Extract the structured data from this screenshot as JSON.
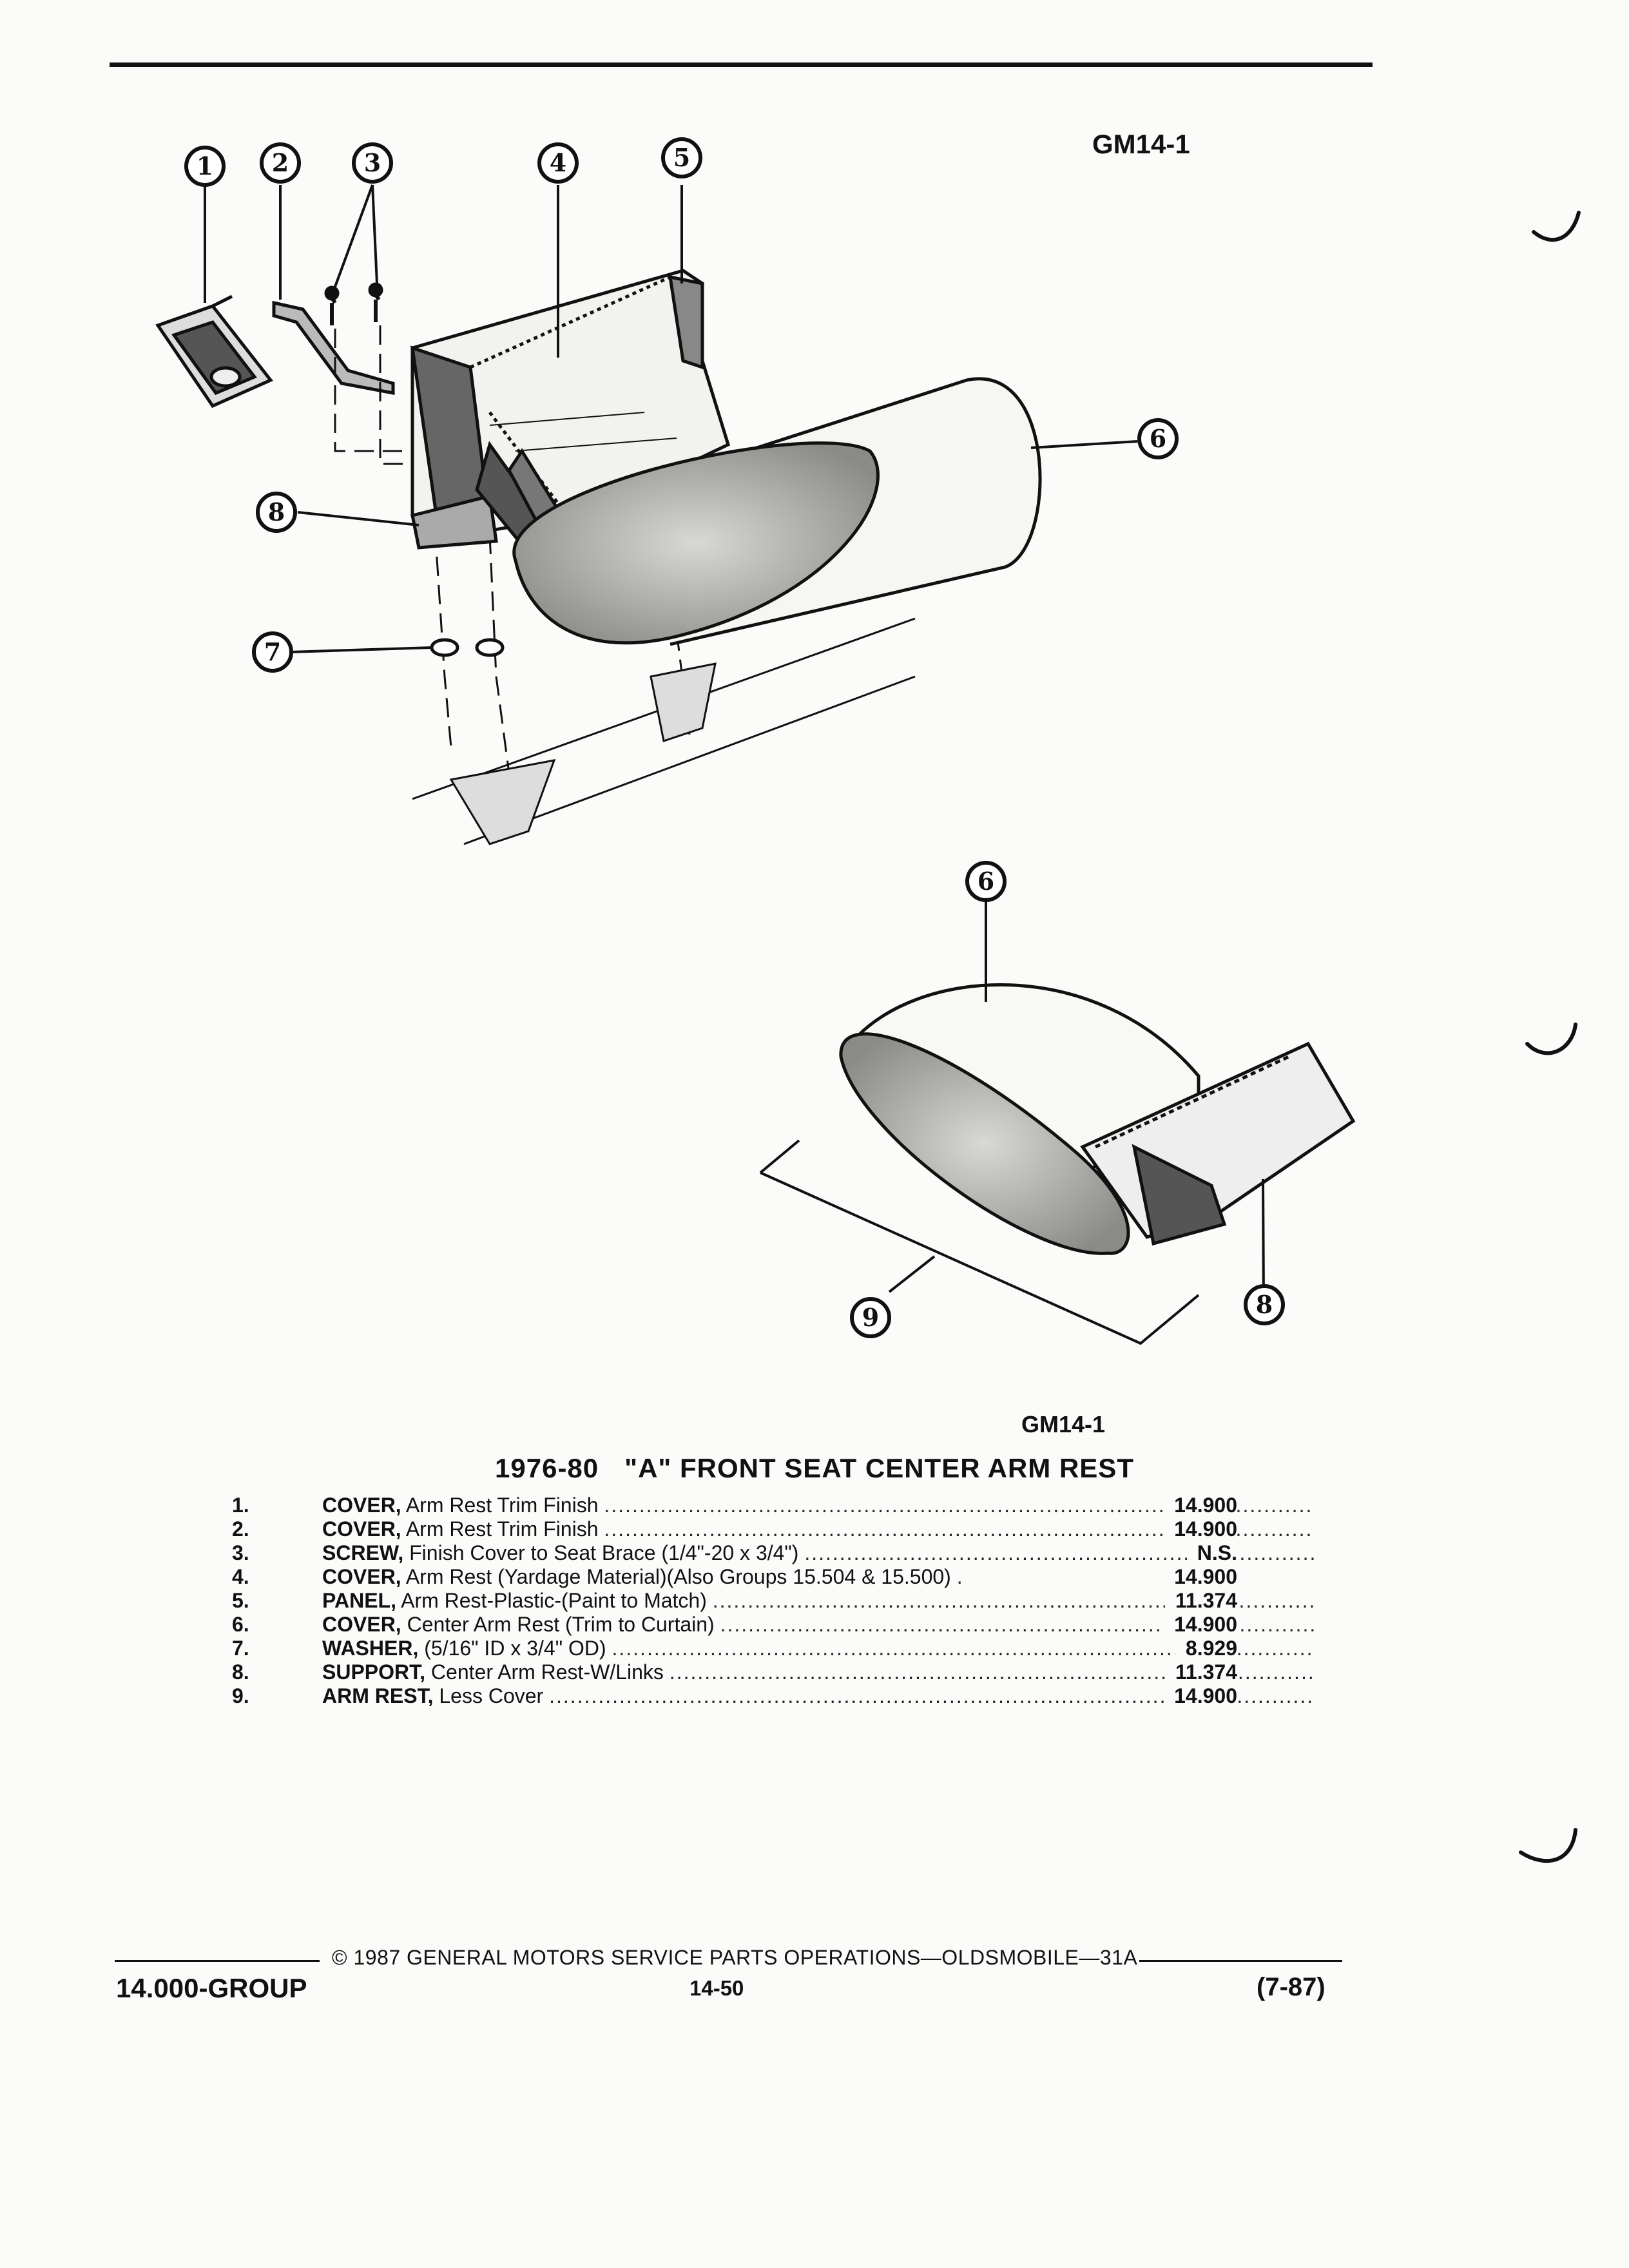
{
  "figure": {
    "code_top": "GM14-1",
    "code_bottom": "GM14-1",
    "callouts": [
      "1",
      "2",
      "3",
      "4",
      "5",
      "6",
      "7",
      "8",
      "9"
    ]
  },
  "title": {
    "years": "1976-80",
    "text": "\"A\" FRONT SEAT CENTER ARM REST"
  },
  "parts": [
    {
      "num": "1.",
      "name": "COVER,",
      "desc": "Arm Rest Trim Finish",
      "group": "14.900"
    },
    {
      "num": "2.",
      "name": "COVER,",
      "desc": "Arm Rest Trim Finish",
      "group": "14.900"
    },
    {
      "num": "3.",
      "name": "SCREW,",
      "desc": "Finish Cover to Seat Brace (1/4\"-20 x 3/4\")",
      "group": "N.S."
    },
    {
      "num": "4.",
      "name": "COVER,",
      "desc": "Arm Rest (Yardage Material)(Also Groups 15.504 & 15.500)",
      "group": "14.900"
    },
    {
      "num": "5.",
      "name": "PANEL,",
      "desc": "Arm Rest-Plastic-(Paint to Match)",
      "group": "11.374"
    },
    {
      "num": "6.",
      "name": "COVER,",
      "desc": "Center Arm Rest (Trim to Curtain)",
      "group": "14.900"
    },
    {
      "num": "7.",
      "name": "WASHER,",
      "desc": "(5/16\" ID x 3/4\" OD)",
      "group": "8.929"
    },
    {
      "num": "8.",
      "name": "SUPPORT,",
      "desc": "Center Arm Rest-W/Links",
      "group": "11.374"
    },
    {
      "num": "9.",
      "name": "ARM REST,",
      "desc": "Less Cover",
      "group": "14.900"
    }
  ],
  "footer": {
    "copyright": "© 1987 GENERAL MOTORS SERVICE PARTS OPERATIONS—OLDSMOBILE—31A",
    "group": "14.000-GROUP",
    "page": "14-50",
    "date": "(7-87)"
  }
}
